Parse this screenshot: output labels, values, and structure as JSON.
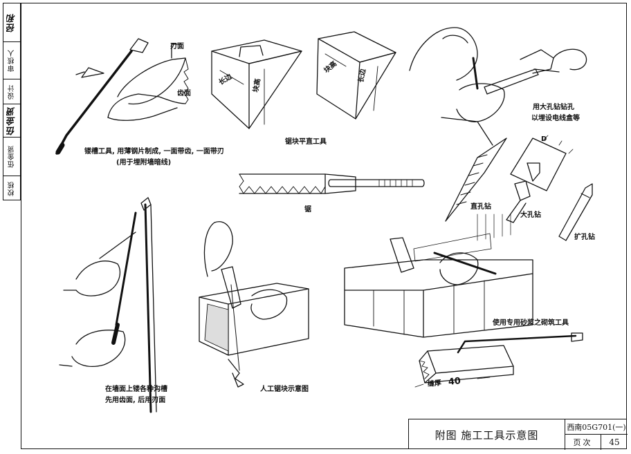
{
  "sidebar": {
    "cells": [
      {
        "label": "",
        "signature": "径和"
      },
      {
        "label": "审核人",
        "signature": ""
      },
      {
        "label": "设计",
        "signature": ""
      },
      {
        "label": "",
        "signature": "伍金贤"
      },
      {
        "label": "伍金贤",
        "signature": ""
      },
      {
        "label": "校核",
        "signature": ""
      }
    ]
  },
  "labels": {
    "grooving_tool": "镂槽工具, 用薄钢片制成, 一面带齿, 一面带刃",
    "grooving_tool_sub": "(用于埋附墙暗线)",
    "blade_face": "刃面",
    "tooth_face": "齿面",
    "leveling_tool": "锯块平直工具",
    "long_side": "长边",
    "block_height": "块高",
    "block_height_2": "块高",
    "long_side_2": "长边",
    "large_drill_line1": "用大孔钻钻孔",
    "large_drill_line2": "以埋设电线盒等",
    "saw": "锯",
    "straight_drill": "直孔钻",
    "large_drill": "大孔钻",
    "expanding_drill": "扩孔钻",
    "dimension_d": "D",
    "wall_groove_line1": "在墙面上镂各种沟槽",
    "wall_groove_line2": "先用齿面, 后用刃面",
    "manual_saw": "人工锯块示意图",
    "mortar_tool": "使用专用砂浆之砌筑工具",
    "joint_thickness": "缝厚",
    "joint_value": "40"
  },
  "title_block": {
    "title": "附图  施工工具示意图",
    "code": "西南05G701(一)",
    "page_label": "页次",
    "page_number": "45"
  }
}
